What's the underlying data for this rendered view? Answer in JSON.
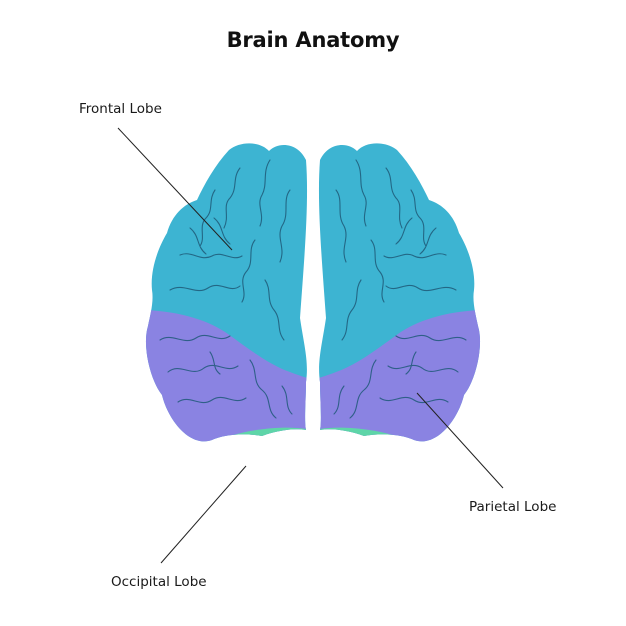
{
  "title": "Brain Anatomy",
  "labels": {
    "frontal": "Frontal Lobe",
    "parietal": "Parietal Lobe",
    "occipital": "Occipital Lobe"
  },
  "colors": {
    "frontal": "#3DB4D2",
    "parietal": "#8A83E2",
    "occipital": "#5ED5A8",
    "sulci": "#1F5A78",
    "leader_line": "#222222"
  }
}
